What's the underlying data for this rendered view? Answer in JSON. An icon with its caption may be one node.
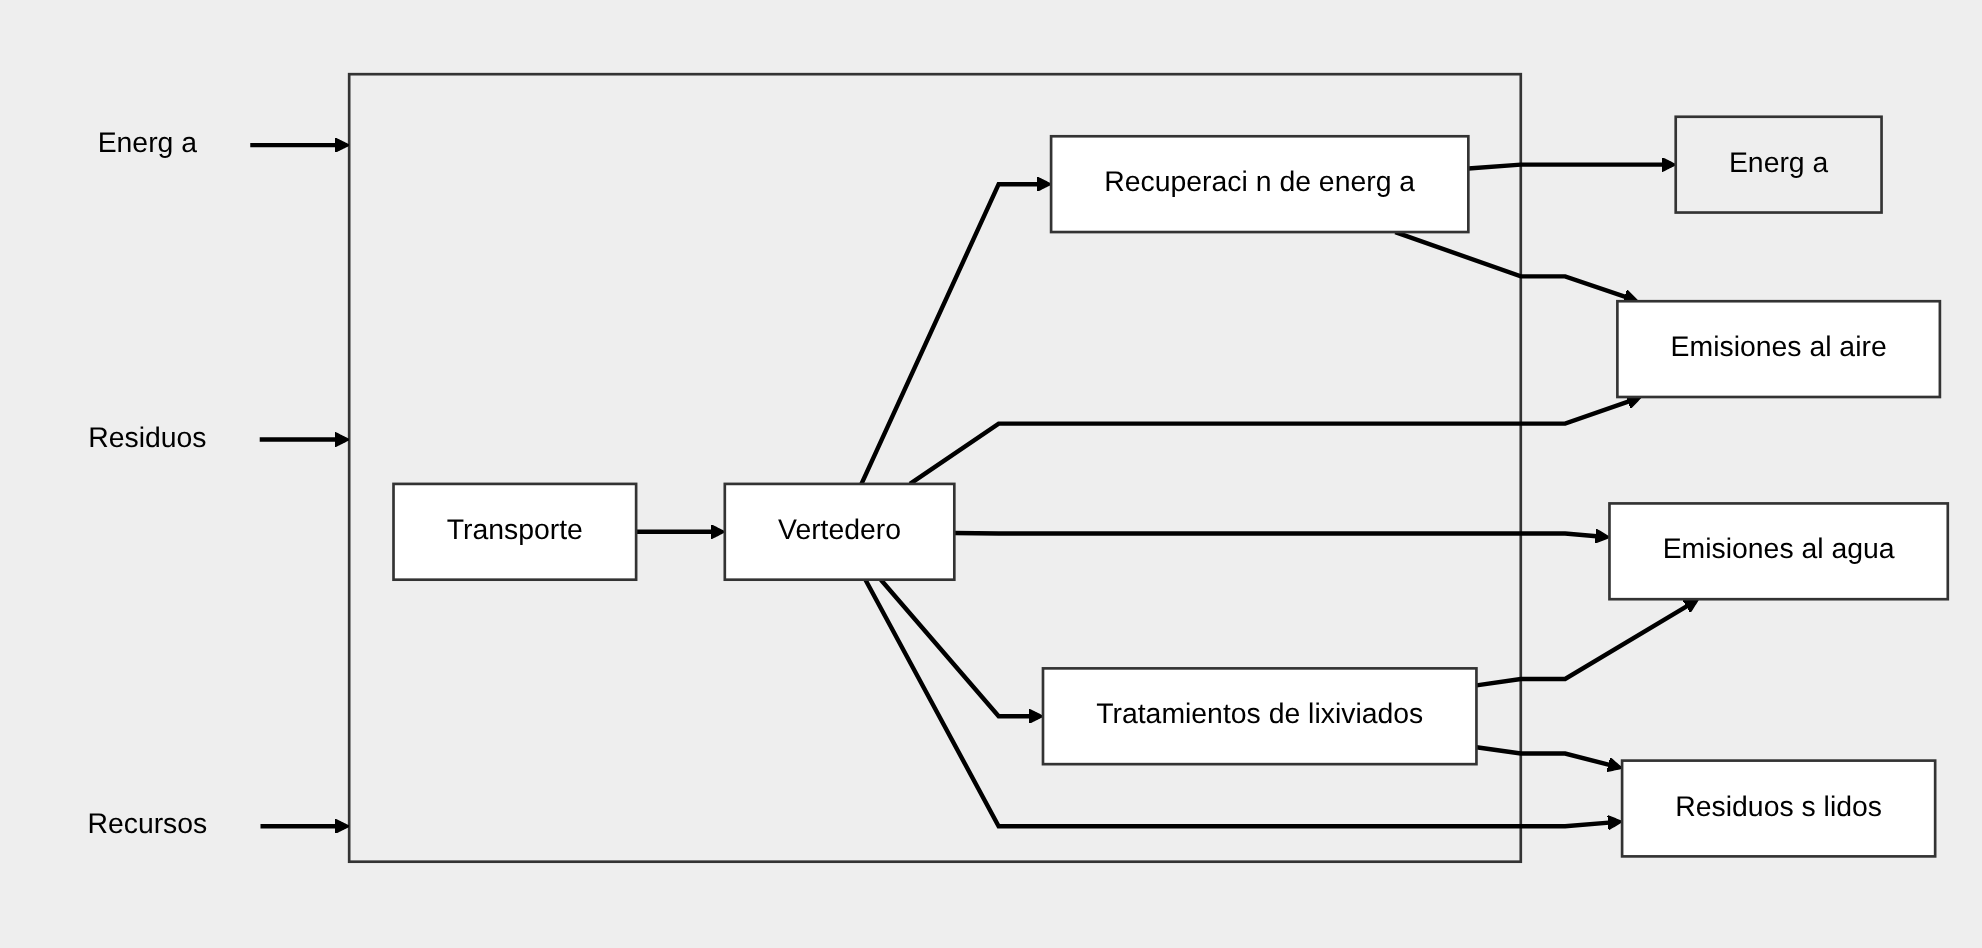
{
  "diagram": {
    "nodes": [
      {
        "text": [
          "Energ a"
        ]
      },
      {
        "text": [
          "Residuos"
        ]
      },
      {
        "text": [
          "Recursos"
        ]
      },
      {
        "text": [],
        "shape": "box"
      },
      {
        "text": [
          "Transporte"
        ],
        "in": 3
      },
      {
        "text": [
          "Vertedero"
        ],
        "in": 3
      },
      {
        "text": [
          "Recuperaci n de energ a"
        ],
        "in": 3
      },
      {
        "text": [
          "Tratamientos de lixiviados"
        ],
        "in": 3
      },
      {
        "text": [
          "Energ a"
        ]
      },
      {
        "text": [
          "Emisiones al aire"
        ]
      },
      {
        "text": [
          "Emisiones al agua"
        ]
      },
      {
        "text": [
          "Residuos s lidos"
        ]
      }
    ],
    "edges": [
      {
        "from": 0,
        "to": 3,
        "arrow": "to"
      },
      {
        "from": 1,
        "to": 3,
        "arrow": "to"
      },
      {
        "from": 2,
        "to": 3,
        "arrow": "to"
      },
      {
        "from": 4,
        "to": 5,
        "arrow": "to"
      },
      {
        "from": 5,
        "to": 6,
        "arrow": "to"
      },
      {
        "from": 5,
        "to": 9,
        "arrow": "to"
      },
      {
        "from": 5,
        "to": 10,
        "arrow": "to"
      },
      {
        "from": 5,
        "to": 7,
        "arrow": "to"
      },
      {
        "from": 5,
        "to": 11,
        "arrow": "to"
      },
      {
        "from": 6,
        "to": 8,
        "arrow": "to"
      },
      {
        "from": 6,
        "to": 9,
        "arrow": "to"
      },
      {
        "from": 7,
        "to": 10,
        "arrow": "to"
      },
      {
        "from": 7,
        "to": 11,
        "arrow": "to"
      }
    ]
  }
}
